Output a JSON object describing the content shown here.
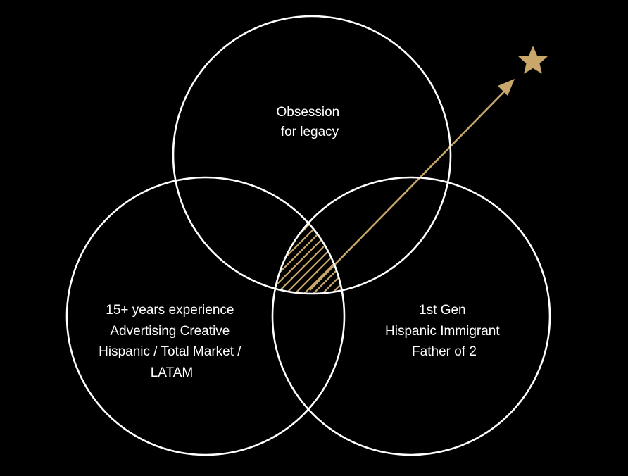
{
  "diagram": {
    "type": "venn",
    "colors": {
      "background": "#000000",
      "circle_stroke": "#ffffff",
      "label_text": "#ffffff",
      "accent": "#c9a76a"
    },
    "sets": [
      {
        "id": "top",
        "lines": [
          "Obsession",
          "for legacy"
        ]
      },
      {
        "id": "left",
        "lines": [
          "15+ years experience",
          "Advertising Creative",
          "Hispanic / Total Market /",
          "LATAM"
        ]
      },
      {
        "id": "right",
        "lines": [
          "1st Gen",
          "Hispanic Immigrant",
          "Father of 2"
        ]
      }
    ],
    "intersection": {
      "sets": [
        "top",
        "left",
        "right"
      ],
      "fill": "hatched",
      "pointer": "arrow-to-star",
      "pointer_icon": "star-icon"
    }
  }
}
